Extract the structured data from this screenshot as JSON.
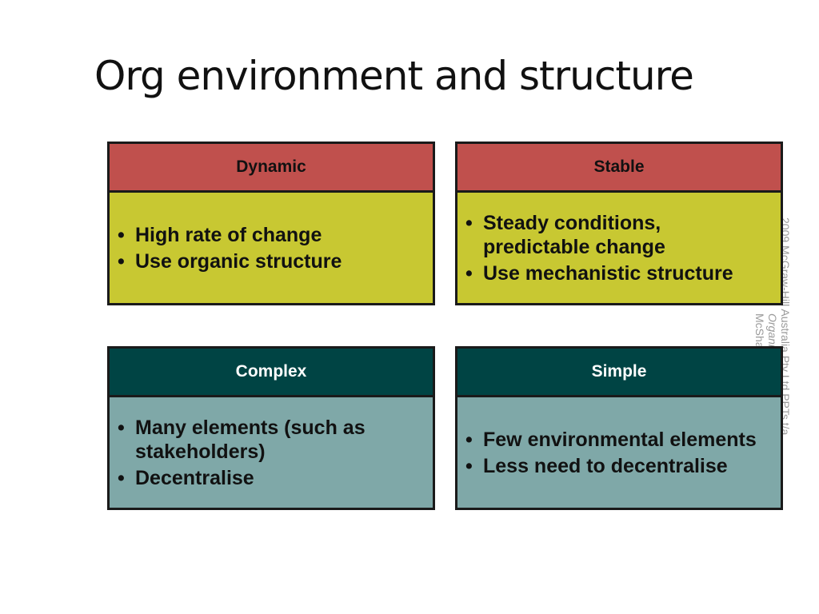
{
  "slide": {
    "title": "Org environment and structure"
  },
  "boxes": [
    {
      "header": "Dynamic",
      "items": [
        "High rate of change",
        "Use organic structure"
      ]
    },
    {
      "header": "Stable",
      "items": [
        "Steady conditions, predictable change",
        "Use mechanistic structure"
      ]
    },
    {
      "header": "Complex",
      "items": [
        "Many elements (such as stakeholders)",
        "Decentralise"
      ]
    },
    {
      "header": "Simple",
      "items": [
        "Few environmental elements",
        "Less need to decentralise"
      ]
    }
  ],
  "watermark": {
    "line1": "2009 McGraw-Hill Australia Pty Ltd PPTs t/a",
    "line2": "Organisational Behaviour",
    "line3": "McShane, Olekalns, Travaglione"
  },
  "colors": {
    "header_red": "#c0504d",
    "header_teal": "#004444",
    "body_olive": "#c8c832",
    "body_grey_teal": "#7fa8a8"
  }
}
